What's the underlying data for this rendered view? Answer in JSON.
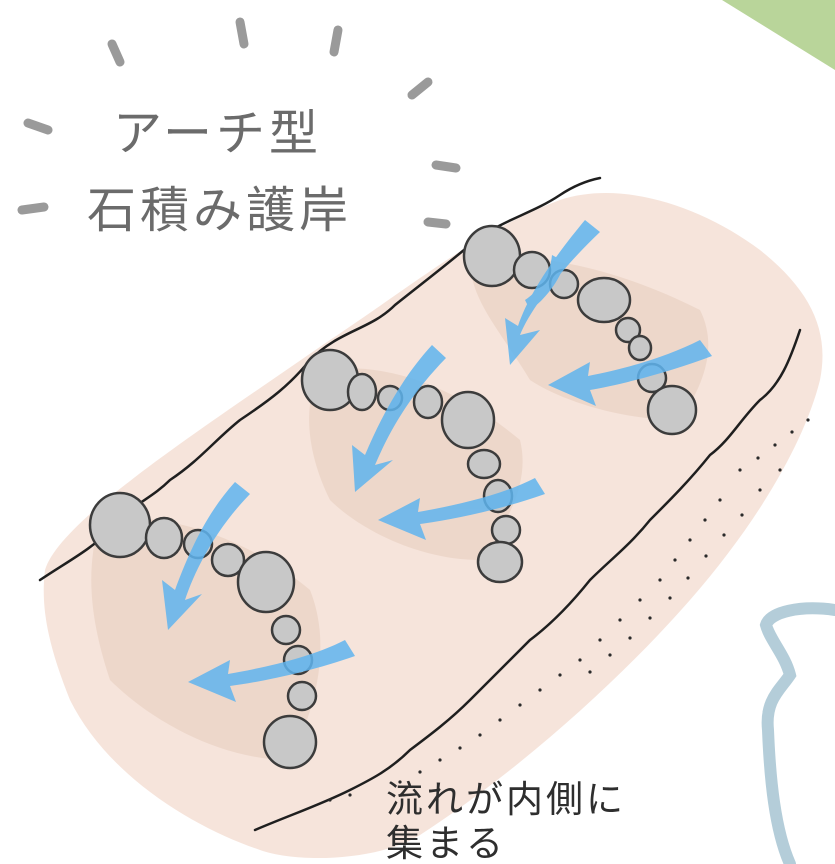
{
  "title": {
    "line1": "アーチ型",
    "line2": "石積み護岸"
  },
  "caption": {
    "line1": "流れが内側に",
    "line2": "集まる"
  },
  "colors": {
    "bank_fill": "#f6e3d9",
    "bank_shade": "#ead2c3",
    "stone_fill": "#c8c8c8",
    "stone_shade": "#9e9e9e",
    "stone_outline": "#3c3c3c",
    "flow_arrow": "#5fb4ee",
    "green_corner": "#b9d59a",
    "blue_outline": "#b4cdd9",
    "spark_lines": "#9a9a9a"
  },
  "icons": {
    "flow": "flow-arrow-icon",
    "stone": "stone-icon",
    "emphasis": "emphasis-rays-icon"
  }
}
